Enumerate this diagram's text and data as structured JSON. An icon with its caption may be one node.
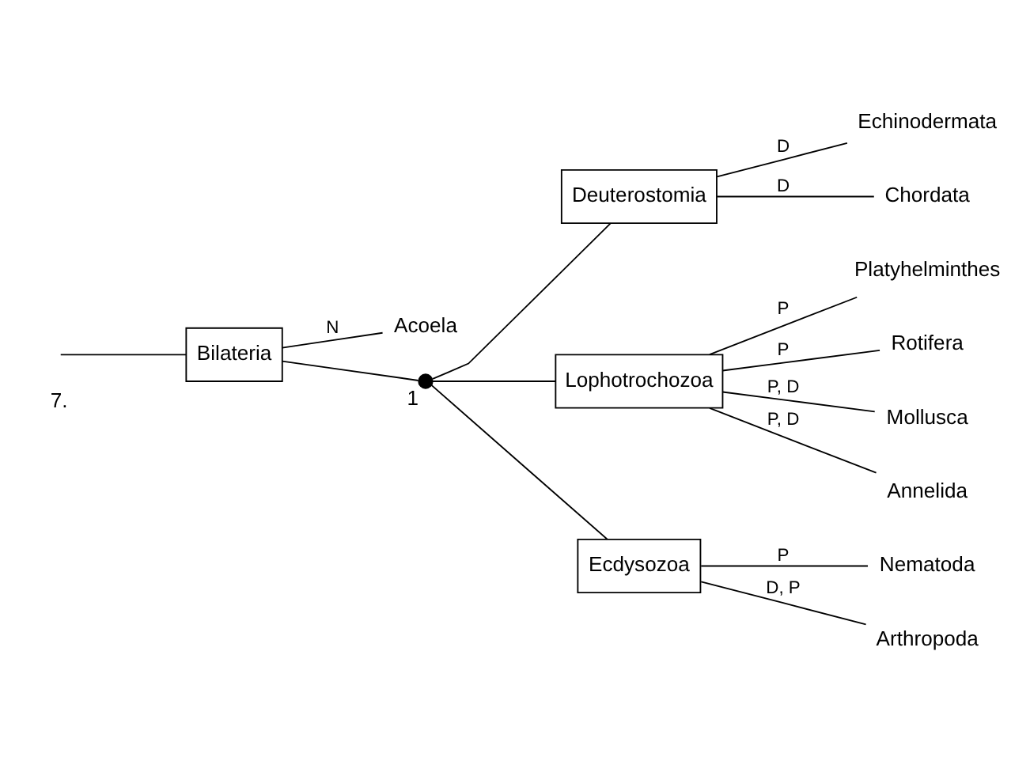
{
  "diagram": {
    "nodes": [
      {
        "text": [
          "Bilateria"
        ]
      },
      {
        "text": [
          "Acoela"
        ]
      },
      {
        "text": [],
        "shape": "circle",
        "beside": [
          "1"
        ]
      },
      {
        "text": [
          "Deuterostomia"
        ]
      },
      {
        "text": [
          "Echinodermata"
        ]
      },
      {
        "text": [
          "Chordata"
        ]
      },
      {
        "text": [
          "Lophotrochozoa"
        ]
      },
      {
        "text": [
          "Platyhelminthes"
        ]
      },
      {
        "text": [
          "Rotifera"
        ]
      },
      {
        "text": [
          "Mollusca"
        ]
      },
      {
        "text": [
          "Annelida"
        ]
      },
      {
        "text": [
          "Ecdysozoa"
        ]
      },
      {
        "text": [
          "Nematoda"
        ]
      },
      {
        "text": [
          "Arthropoda"
        ]
      }
    ],
    "edges": [
      {
        "from": null,
        "to": 0,
        "arrow": "none"
      },
      {
        "from": 0,
        "to": 1,
        "arrow": "none",
        "label": "N"
      },
      {
        "from": 0,
        "to": 2,
        "arrow": "none"
      },
      {
        "from": 2,
        "to": 3,
        "arrow": "none"
      },
      {
        "from": 3,
        "to": 4,
        "arrow": "none",
        "label": "D"
      },
      {
        "from": 3,
        "to": 5,
        "arrow": "none",
        "label": "D"
      },
      {
        "from": 2,
        "to": 6,
        "arrow": "none"
      },
      {
        "from": 2,
        "to": 11,
        "arrow": "none"
      },
      {
        "from": 6,
        "to": 7,
        "arrow": "none",
        "label": "P"
      },
      {
        "from": 6,
        "to": 8,
        "arrow": "none",
        "label": "P"
      },
      {
        "from": 6,
        "to": 9,
        "arrow": "none",
        "label": "P, D"
      },
      {
        "from": 6,
        "to": 10,
        "arrow": "none",
        "label": "P, D"
      },
      {
        "from": 11,
        "to": 12,
        "arrow": "none",
        "label": "P"
      },
      {
        "from": 11,
        "to": 13,
        "arrow": "none",
        "label": "D, P"
      }
    ],
    "labels": [
      "7."
    ]
  }
}
